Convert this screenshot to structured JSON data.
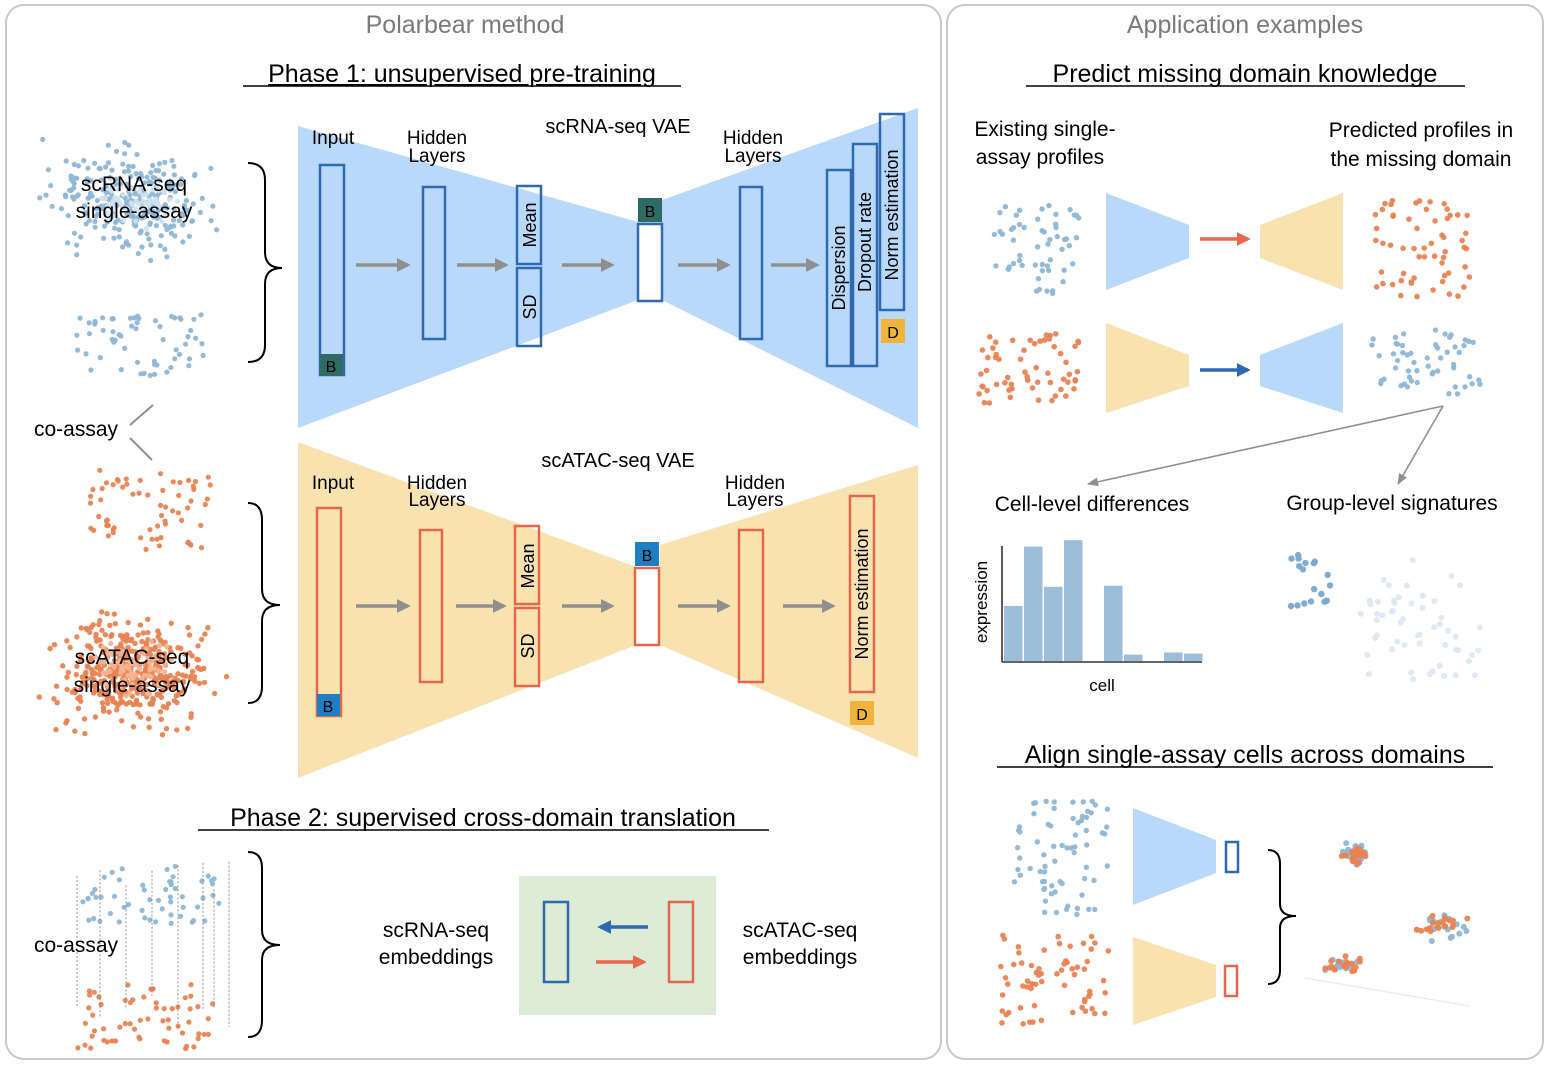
{
  "colors": {
    "rna_dot": "#8fb6d6",
    "atac_dot": "#e98352",
    "rna_fill": "#b8d9fa",
    "atac_fill": "#f8e2b0",
    "rna_box": "#2f69b0",
    "atac_box": "#e6664c",
    "batch_rna": "#2e6b65",
    "batch_atac": "#1f7fc3",
    "domain_label": "#f0b43a",
    "arrow_gray": "#8f8f8f",
    "arrow_red": "#e8674d",
    "arrow_blue": "#2f69b0",
    "embed_bg": "#dcecd6",
    "bar": "#9dbedb",
    "panel_border": "#c8c8c8"
  },
  "left_panel": {
    "title": "Polarbear method",
    "phase1_title": "Phase 1: unsupervised pre-training",
    "phase2_title": "Phase 2: supervised cross-domain translation",
    "rna_single_label_1": "scRNA-seq",
    "rna_single_label_2": "single-assay",
    "atac_single_label_1": "scATAC-seq",
    "atac_single_label_2": "single-assay",
    "coassay_label": "co-assay",
    "coassay_label_phase2": "co-assay",
    "rna_vae": {
      "title": "scRNA-seq VAE",
      "input": "Input",
      "hidden_enc_1": "Hidden",
      "hidden_enc_2": "Layers",
      "hidden_dec_1": "Hidden",
      "hidden_dec_2": "Layers",
      "mean": "Mean",
      "sd": "SD",
      "batch": "B",
      "batch_input": "B",
      "dispersion": "Dispersion",
      "dropout": "Dropout rate",
      "norm": "Norm estimation",
      "domain": "D"
    },
    "atac_vae": {
      "title": "scATAC-seq VAE",
      "input": "Input",
      "hidden_enc_1": "Hidden",
      "hidden_enc_2": "Layers",
      "hidden_dec_1": "Hidden",
      "hidden_dec_2": "Layers",
      "mean": "Mean",
      "sd": "SD",
      "batch": "B",
      "batch_input": "B",
      "norm": "Norm estimation",
      "domain": "D"
    },
    "phase2": {
      "rna_embed_1": "scRNA-seq",
      "rna_embed_2": "embeddings",
      "atac_embed_1": "scATAC-seq",
      "atac_embed_2": "embeddings"
    }
  },
  "right_panel": {
    "title": "Application examples",
    "predict_title": "Predict missing domain knowledge",
    "existing_1": "Existing single-",
    "existing_2": "assay profiles",
    "predicted_1": "Predicted profiles in",
    "predicted_2": "the missing domain",
    "cell_level": "Cell-level differences",
    "group_level": "Group-level signatures",
    "ylabel": "expression",
    "xlabel": "cell",
    "align_title": "Align single-assay cells across domains"
  },
  "chart_data": {
    "type": "bar",
    "title": "Cell-level differences",
    "xlabel": "cell",
    "ylabel": "expression",
    "values": [
      0.52,
      1.08,
      0.7,
      1.14,
      0,
      0.71,
      0.06,
      0,
      0.08,
      0.07
    ],
    "grid": false
  }
}
